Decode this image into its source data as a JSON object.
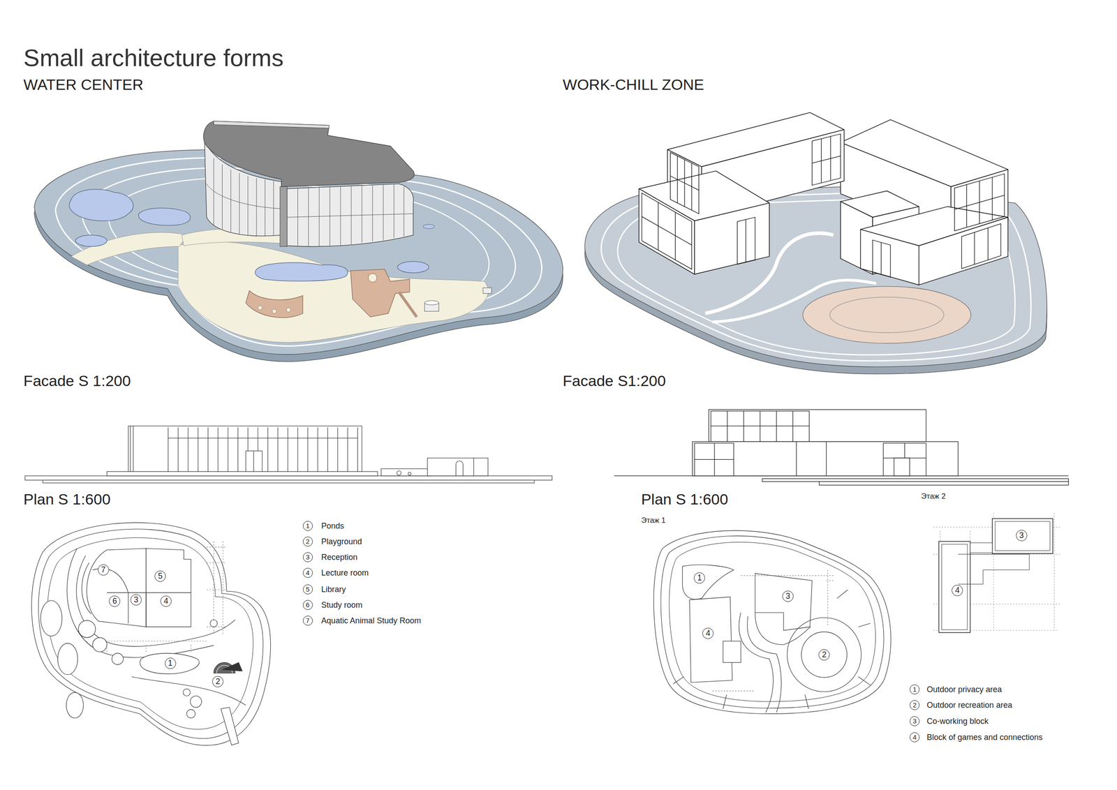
{
  "diagram": {
    "title": "Small architecture forms",
    "labels": [
      "WATER CENTER",
      "WORK-CHILL ZONE",
      "Facade S 1:200",
      "Facade S1:200",
      "Plan S 1:600",
      "Plan S 1:600",
      "Этаж 1",
      "Этаж 2",
      "7",
      "5",
      "6",
      "3",
      "4",
      "1",
      "2",
      "1",
      "3",
      "4",
      "2",
      "3",
      "4",
      "1",
      "2",
      "3",
      "4",
      "5",
      "6",
      "7",
      "1",
      "2",
      "3",
      "4"
    ],
    "legend": [
      {
        "text": "Ponds"
      },
      {
        "text": "Playground"
      },
      {
        "text": "Reception"
      },
      {
        "text": "Lecture room"
      },
      {
        "text": "Library"
      },
      {
        "text": "Study room"
      },
      {
        "text": "Aquatic Animal Study Room"
      },
      {
        "text": "Outdoor privacy area"
      },
      {
        "text": "Outdoor recreation area"
      },
      {
        "text": "Co-working block"
      },
      {
        "text": "Block of games and connections"
      }
    ]
  }
}
